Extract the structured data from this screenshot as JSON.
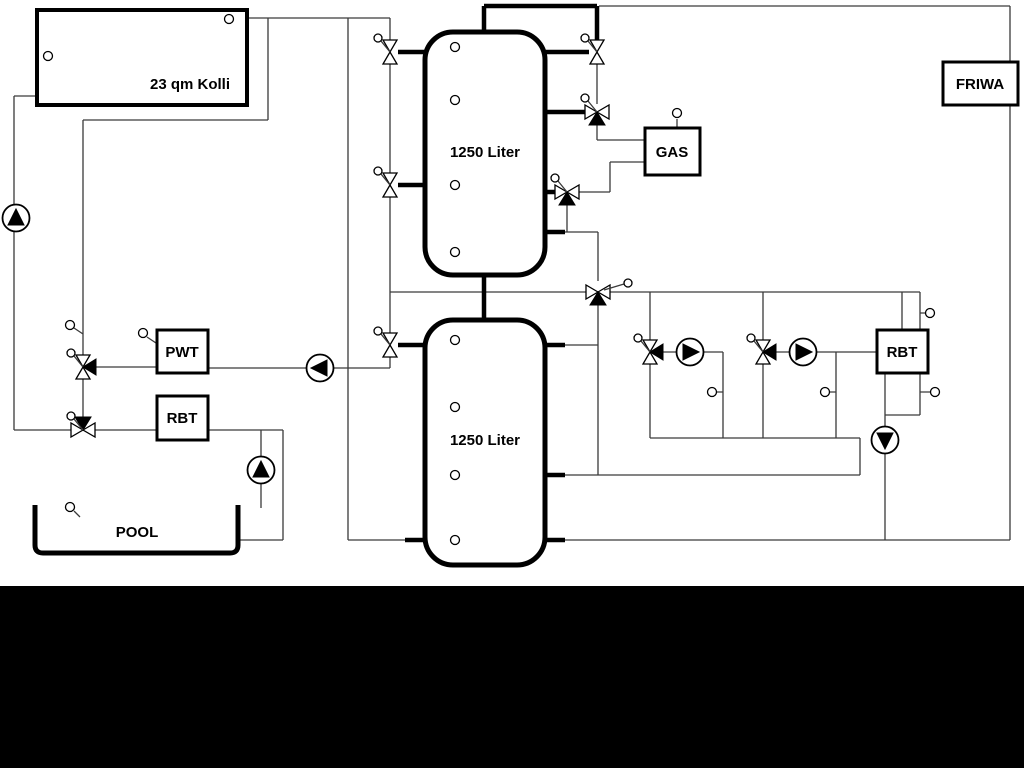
{
  "diagram": {
    "collector": {
      "label": "23 qm Kolli"
    },
    "tanks": {
      "top_label": "1250 Liter",
      "bottom_label": "1250 Liter"
    },
    "heat_exchangers": {
      "pwt_label": "PWT",
      "rbt_left_label": "RBT",
      "rbt_right_label": "RBT"
    },
    "boiler": {
      "gas_label": "GAS"
    },
    "friwa": {
      "label": "FRIWA"
    },
    "pool": {
      "label": "POOL"
    }
  },
  "colors": {
    "background": "#ffffff",
    "thin_line": "#3a3a3a",
    "pipe": "#000000",
    "letterbox_band": "#000000"
  }
}
